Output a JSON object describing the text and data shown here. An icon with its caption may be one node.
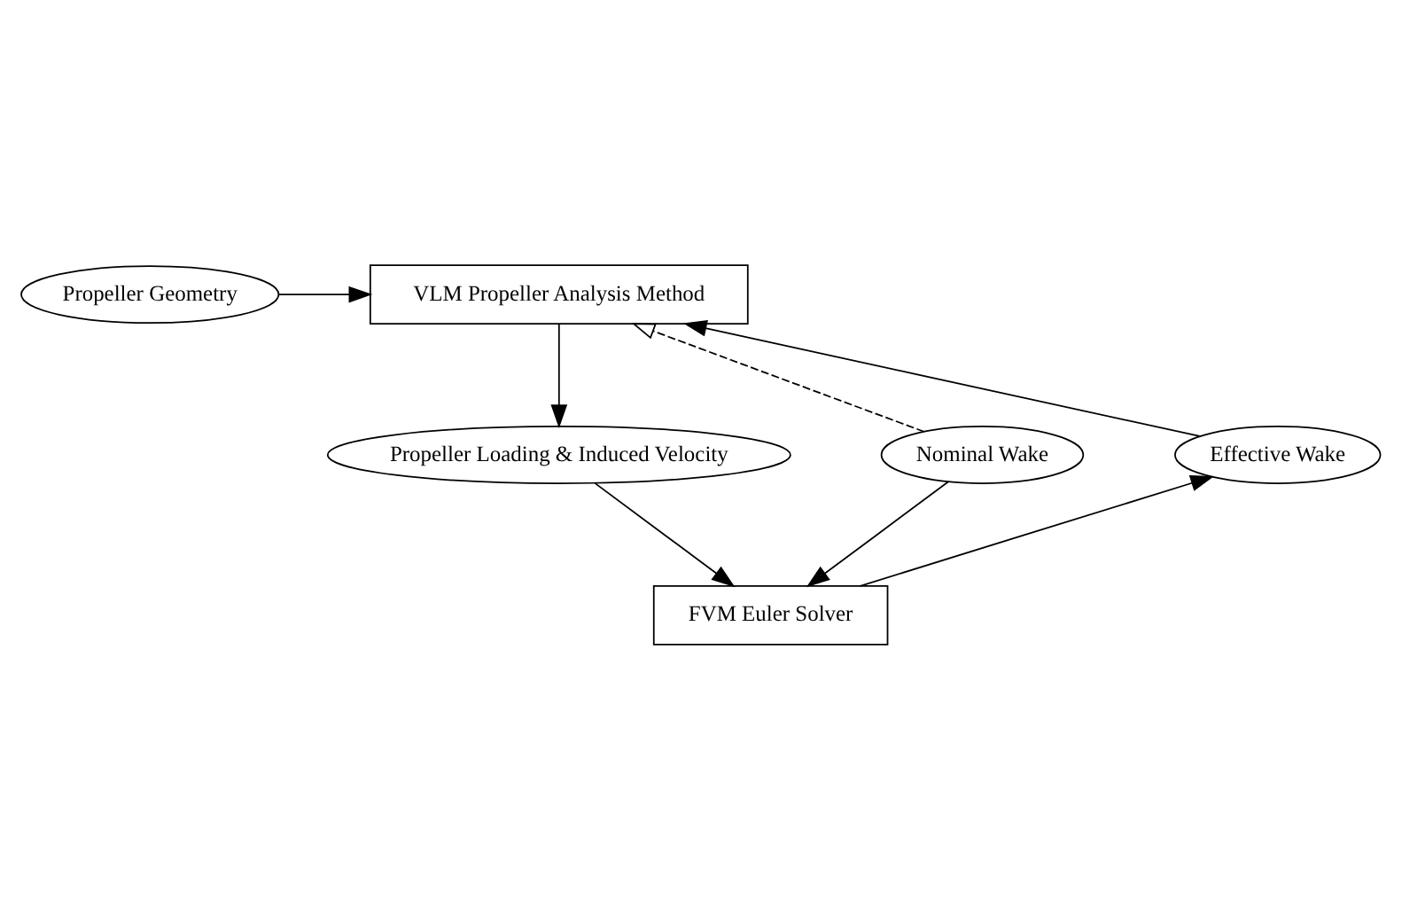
{
  "diagram": {
    "nodes": [
      {
        "text": [
          "Propeller Geometry"
        ]
      },
      {
        "text": [
          "VLM Propeller Analysis Method"
        ]
      },
      {
        "text": [
          "Nominal Wake"
        ]
      },
      {
        "text": [
          "Propeller Loading & Induced Velocity"
        ]
      },
      {
        "text": [
          "Effective Wake"
        ]
      },
      {
        "text": [
          "FVM Euler Solver"
        ]
      }
    ],
    "edges": [
      {
        "from": 0,
        "to": 1,
        "arrow": "to"
      },
      {
        "from": 2,
        "to": 1,
        "arrow": "to",
        "style": "dashed"
      },
      {
        "from": 1,
        "to": 3,
        "arrow": "to"
      },
      {
        "from": 3,
        "to": 5,
        "arrow": "to"
      },
      {
        "from": 2,
        "to": 5,
        "arrow": "to"
      },
      {
        "from": 5,
        "to": 4,
        "arrow": "to"
      },
      {
        "from": 4,
        "to": 1,
        "arrow": "to"
      }
    ]
  }
}
